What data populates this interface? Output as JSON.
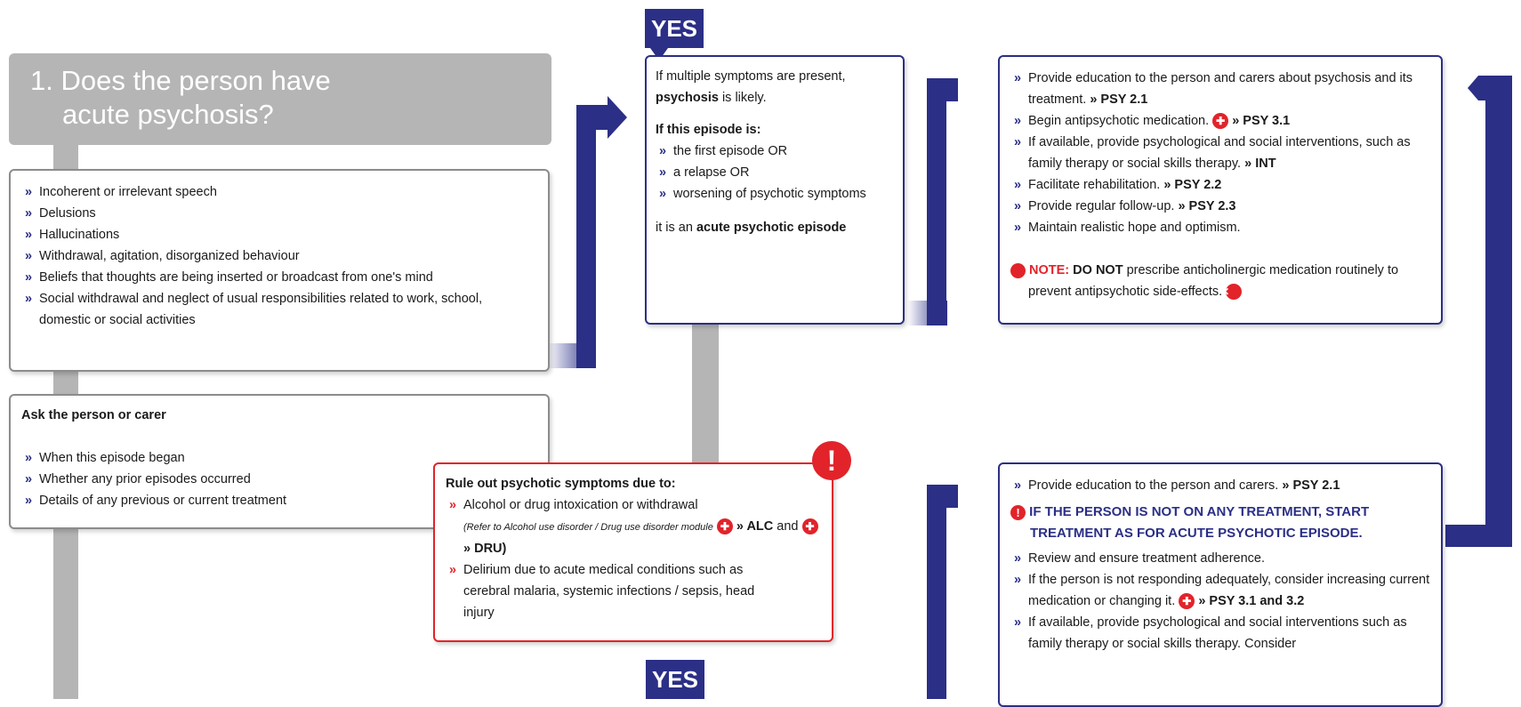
{
  "question": {
    "number": "1.",
    "line1": "Does the person have",
    "line2": "acute psychosis?"
  },
  "yes_labels": [
    "YES",
    "YES"
  ],
  "symptoms": {
    "items": [
      "Incoherent or irrelevant speech",
      "Delusions",
      "Hallucinations",
      "Withdrawal, agitation, disorganized behaviour",
      "Beliefs that thoughts are being inserted or broadcast from one's mind",
      "Social withdrawal and neglect of usual responsibilities related to work, school, domestic or social activities"
    ]
  },
  "ask": {
    "title": "Ask the person or carer",
    "items": [
      "When this episode began",
      "Whether any prior episodes occurred",
      "Details of any previous or current treatment"
    ]
  },
  "rule_out": {
    "title": "Rule out psychotic symptoms due to:",
    "item1": "Alcohol or drug intoxication or withdrawal",
    "item1_note": "(Refer to Alcohol use disorder / Drug use disorder module",
    "item1_ref1": "» ALC",
    "item1_and": "and",
    "item1_ref2": "» DRU)",
    "item2": "Delirium due to acute medical conditions such as cerebral malaria, systemic infections / sepsis, head injury"
  },
  "acute_box": {
    "p1_a": "If multiple symptoms are present,",
    "p1_b": "psychosis",
    "p1_c": "is likely.",
    "episode_heading": "If this episode is:",
    "items": [
      "the first episode OR",
      "a relapse OR",
      "worsening of psychotic symptoms"
    ],
    "conclusion_a": "it is an",
    "conclusion_b": "acute psychotic episode"
  },
  "treatment_box": {
    "i1": "Provide education to the person and carers about psychosis and its treatment.",
    "i1_ref": "» PSY 2.1",
    "i2": "Begin antipsychotic medication.",
    "i2_ref": "» PSY 3.1",
    "i3": "If available, provide psychological and social interventions, such as family therapy or social skills therapy.",
    "i3_ref": "» INT",
    "i4": "Facilitate rehabilitation.",
    "i4_ref": "» PSY 2.2",
    "i5": "Provide regular follow-up.",
    "i5_ref": "» PSY 2.3",
    "i6": "Maintain realistic hope and optimism.",
    "note_label": "NOTE:",
    "note_bold": "DO NOT",
    "note_text": "prescribe anticholinergic medication routinely to prevent antipsychotic side-effects."
  },
  "ongoing_box": {
    "i1": "Provide education to the person and carers.",
    "i1_ref": "» PSY 2.1",
    "alert": "IF THE PERSON IS NOT ON ANY TREATMENT, START TREATMENT AS FOR ACUTE PSYCHOTIC EPISODE.",
    "i2": "Review and ensure treatment adherence.",
    "i3": "If the person is not responding adequately, consider increasing current medication or changing it.",
    "i3_ref": "» PSY 3.1 and 3.2",
    "i4": "If available, provide psychological and social interventions such as family therapy or social skills therapy. Consider"
  },
  "colors": {
    "navy": "#2b2f86",
    "red": "#e2232a",
    "grey": "#b5b5b5"
  },
  "icons": [
    "medicine-icon",
    "warning-icon",
    "no-icon"
  ]
}
